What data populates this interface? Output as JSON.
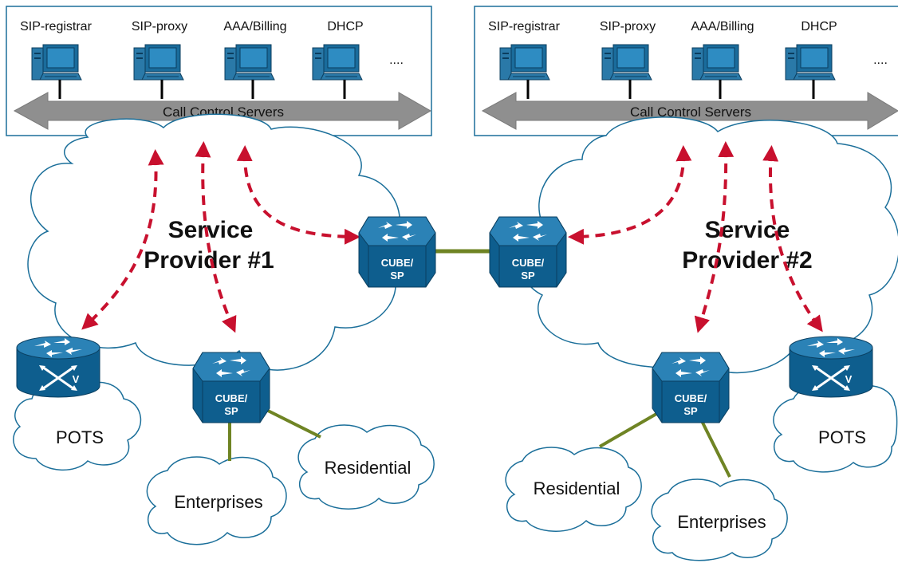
{
  "panels": [
    {
      "servers": [
        "SIP-registrar",
        "SIP-proxy",
        "AAA/Billing",
        "DHCP"
      ],
      "ellipsis": "....",
      "bus_label": "Call Control Servers"
    },
    {
      "servers": [
        "SIP-registrar",
        "SIP-proxy",
        "AAA/Billing",
        "DHCP"
      ],
      "ellipsis": "....",
      "bus_label": "Call Control Servers"
    }
  ],
  "providers": [
    {
      "title_line1": "Service",
      "title_line2": "Provider #1"
    },
    {
      "title_line1": "Service",
      "title_line2": "Provider #2"
    }
  ],
  "cube": {
    "line1": "CUBE/",
    "line2": "SP"
  },
  "router_badge": "V",
  "clouds": {
    "pots_left": "POTS",
    "enterprises_left": "Enterprises",
    "residential_left": "Residential",
    "residential_right": "Residential",
    "enterprises_right": "Enterprises",
    "pots_right": "POTS"
  },
  "colors": {
    "device_blue": "#0e5e8e",
    "cloud_stroke": "#1b6f9a",
    "bus_gray": "#8f8f8f",
    "link_green": "#6f8424",
    "signal_red": "#c8102e"
  }
}
